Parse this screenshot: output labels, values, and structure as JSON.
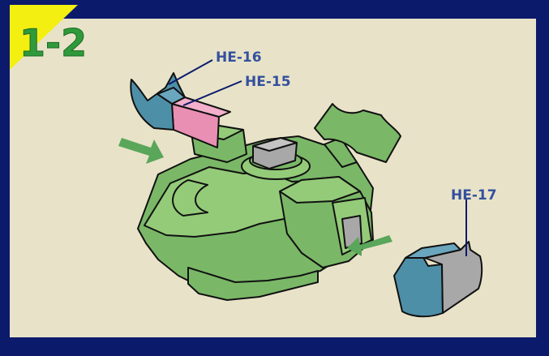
{
  "step": {
    "number": "1-2"
  },
  "labels": {
    "he16": "HE-16",
    "he15": "HE-15",
    "he17": "HE-17"
  },
  "colors": {
    "frame": "#0b1a6b",
    "background": "#e8e3c8",
    "step_tab": "#f3ef10",
    "step_text": "#2f9a3a",
    "green_part": "#7ab867",
    "green_part_light": "#94cb78",
    "teal_part": "#4e8fa8",
    "pink_part": "#e98fb4",
    "gray_part": "#a8a8a8",
    "arrow": "#5aa65a",
    "label_text": "#34509e",
    "outline": "#111111"
  }
}
